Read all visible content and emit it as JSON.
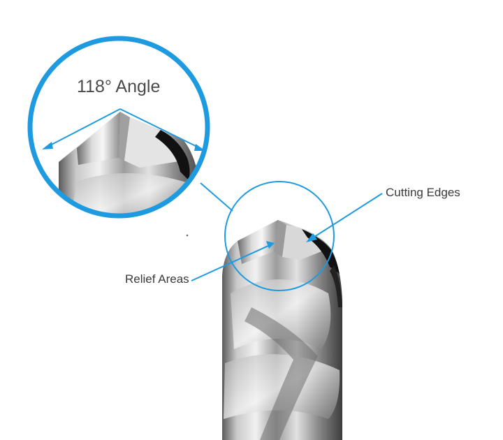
{
  "labels": {
    "angle": "118° Angle",
    "cutting_edges": "Cutting Edges",
    "relief_areas": "Relief Areas"
  },
  "colors": {
    "accent": "#1e9be0",
    "steel_light": "#e6e6e6",
    "steel_mid": "#a7a7a7",
    "steel_dark": "#3a3a3a",
    "edge_black": "#111111",
    "text": "#3a3a3a"
  }
}
